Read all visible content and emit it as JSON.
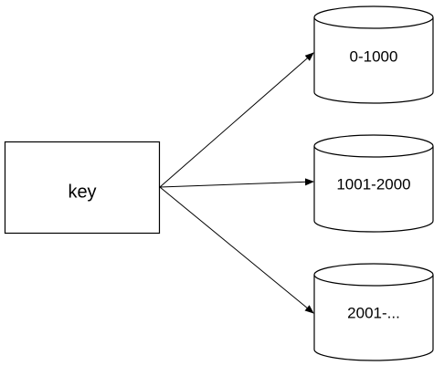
{
  "key_box": {
    "label": "key"
  },
  "shards": [
    {
      "label": "0-1000"
    },
    {
      "label": "1001-2000"
    },
    {
      "label": "2001-..."
    }
  ],
  "colors": {
    "stroke": "#000000",
    "fill": "#ffffff",
    "text": "#000000"
  }
}
